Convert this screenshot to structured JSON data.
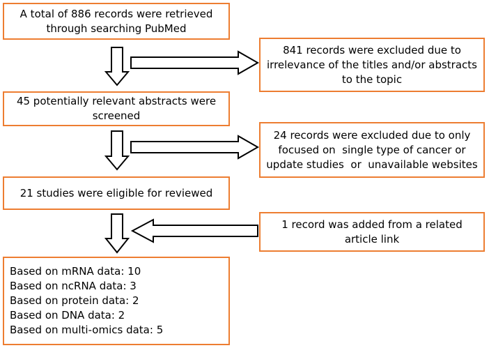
{
  "colors": {
    "box_border": "#ED7D31",
    "arrow_stroke": "#000000"
  },
  "boxes": {
    "records_retrieved": {
      "lines": [
        "A total of 886 records were retrieved",
        "through searching PubMed"
      ]
    },
    "excluded_titles": {
      "lines": [
        "841 records were excluded due to",
        "irrelevance of the titles and/or abstracts",
        "to the topic"
      ]
    },
    "abstracts_screened": {
      "lines": [
        "45 potentially relevant abstracts were",
        "screened"
      ]
    },
    "excluded_cancer": {
      "lines": [
        "24 records were excluded due to only",
        "focused on  single type of cancer or",
        "update studies  or  unavailable websites"
      ]
    },
    "eligible_studies": {
      "lines": [
        "21 studies were eligible for reviewed"
      ]
    },
    "record_added": {
      "lines": [
        "1 record was added from a related",
        "article link"
      ]
    },
    "final_breakdown": {
      "lines": [
        "Based on mRNA data: 10",
        "Based on ncRNA data: 3",
        "Based on protein data: 2",
        "Based on DNA data: 2",
        "Based on multi-omics data: 5"
      ]
    }
  }
}
